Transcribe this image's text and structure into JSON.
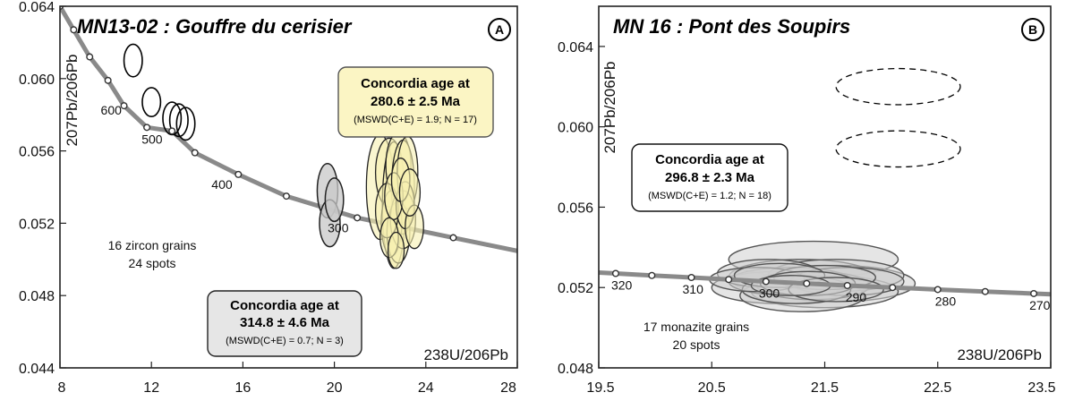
{
  "chart_data": [
    {
      "type": "scatter",
      "panel_label": "A",
      "title": "MN13-02 : Gouffre du cerisier",
      "xlabel": "238U/206Pb",
      "ylabel": "207Pb/206Pb",
      "xlim": [
        8,
        28
      ],
      "ylim": [
        0.044,
        0.064
      ],
      "xticks": [
        8,
        12,
        16,
        20,
        24,
        28
      ],
      "yticks": [
        0.044,
        0.048,
        0.052,
        0.056,
        0.06,
        0.064
      ],
      "xtick_labels": [
        "8",
        "12",
        "16",
        "20",
        "24",
        "28"
      ],
      "ytick_labels": [
        "0.044",
        "0.048",
        "0.052",
        "0.056",
        "0.060",
        "0.064"
      ],
      "concordia_ages": [
        {
          "age": 800,
          "x": 8.0,
          "y": 0.064
        },
        {
          "age": 750,
          "x": 8.6,
          "y": 0.0627
        },
        {
          "age": 700,
          "x": 9.3,
          "y": 0.0612
        },
        {
          "age": 650,
          "x": 10.1,
          "y": 0.0599
        },
        {
          "age": 600,
          "x": 10.8,
          "y": 0.0585,
          "label": "600"
        },
        {
          "age": 550,
          "x": 11.8,
          "y": 0.0573
        },
        {
          "age": 500,
          "x": 12.9,
          "y": 0.0571,
          "label": "500"
        },
        {
          "age": 450,
          "x": 13.9,
          "y": 0.0559
        },
        {
          "age": 400,
          "x": 15.8,
          "y": 0.0547,
          "label": "400"
        },
        {
          "age": 350,
          "x": 17.9,
          "y": 0.0535
        },
        {
          "age": 300,
          "x": 21.0,
          "y": 0.0523,
          "label": "300"
        },
        {
          "age": 250,
          "x": 25.2,
          "y": 0.0512
        }
      ],
      "ellipses_open": [
        {
          "cx": 11.2,
          "cy": 0.061,
          "rx": 0.4,
          "ry": 0.0009,
          "angle": 0
        },
        {
          "cx": 12.0,
          "cy": 0.0587,
          "rx": 0.4,
          "ry": 0.0008,
          "angle": 0
        },
        {
          "cx": 12.9,
          "cy": 0.0578,
          "rx": 0.4,
          "ry": 0.0009,
          "angle": 0
        },
        {
          "cx": 13.2,
          "cy": 0.0577,
          "rx": 0.4,
          "ry": 0.0009,
          "angle": 0
        },
        {
          "cx": 13.5,
          "cy": 0.0575,
          "rx": 0.4,
          "ry": 0.0009,
          "angle": 0
        }
      ],
      "ellipses_grey": [
        {
          "cx": 19.7,
          "cy": 0.0538,
          "rx": 0.45,
          "ry": 0.0015,
          "angle": 0
        },
        {
          "cx": 19.8,
          "cy": 0.052,
          "rx": 0.45,
          "ry": 0.0013,
          "angle": 0
        },
        {
          "cx": 20.0,
          "cy": 0.0533,
          "rx": 0.4,
          "ry": 0.0012,
          "angle": 0
        }
      ],
      "ellipses_yellow": [
        {
          "cx": 22.0,
          "cy": 0.054,
          "rx": 0.6,
          "ry": 0.0029,
          "angle": 0
        },
        {
          "cx": 22.4,
          "cy": 0.0548,
          "rx": 0.6,
          "ry": 0.0019,
          "angle": 0
        },
        {
          "cx": 22.6,
          "cy": 0.053,
          "rx": 0.5,
          "ry": 0.0035,
          "angle": 0
        },
        {
          "cx": 22.8,
          "cy": 0.0552,
          "rx": 0.55,
          "ry": 0.0018,
          "angle": 0
        },
        {
          "cx": 23.0,
          "cy": 0.054,
          "rx": 0.5,
          "ry": 0.0026,
          "angle": 0
        },
        {
          "cx": 23.2,
          "cy": 0.0548,
          "rx": 0.45,
          "ry": 0.002,
          "angle": 0
        },
        {
          "cx": 22.5,
          "cy": 0.052,
          "rx": 0.45,
          "ry": 0.0018,
          "angle": 0
        },
        {
          "cx": 22.8,
          "cy": 0.0515,
          "rx": 0.5,
          "ry": 0.0017,
          "angle": 0
        },
        {
          "cx": 23.0,
          "cy": 0.0522,
          "rx": 0.55,
          "ry": 0.0016,
          "angle": 0
        },
        {
          "cx": 22.3,
          "cy": 0.0527,
          "rx": 0.5,
          "ry": 0.0015,
          "angle": 0
        },
        {
          "cx": 23.1,
          "cy": 0.053,
          "rx": 0.4,
          "ry": 0.0013,
          "angle": 0
        },
        {
          "cx": 22.6,
          "cy": 0.0535,
          "rx": 0.4,
          "ry": 0.0013,
          "angle": 0
        },
        {
          "cx": 23.5,
          "cy": 0.0518,
          "rx": 0.4,
          "ry": 0.0012,
          "angle": 0
        },
        {
          "cx": 22.9,
          "cy": 0.0544,
          "rx": 0.4,
          "ry": 0.0012,
          "angle": 0
        },
        {
          "cx": 22.4,
          "cy": 0.0512,
          "rx": 0.4,
          "ry": 0.0011,
          "angle": 0
        },
        {
          "cx": 23.3,
          "cy": 0.0537,
          "rx": 0.45,
          "ry": 0.0013,
          "angle": 0
        },
        {
          "cx": 22.7,
          "cy": 0.0505,
          "rx": 0.35,
          "ry": 0.001,
          "angle": 0
        }
      ],
      "notes": [
        "16 zircon grains",
        "24 spots"
      ],
      "result_boxes": [
        {
          "line1": "Concordia age at",
          "line2": "280.6 ± 2.5 Ma",
          "line3": "(MSWD(C+E) = 1.9; N = 17)",
          "fill": "#fbf5c4"
        },
        {
          "line1": "Concordia age at",
          "line2": "314.8 ± 4.6 Ma",
          "line3": "(MSWD(C+E) = 0.7; N = 3)",
          "fill": "#e6e6e6"
        }
      ]
    },
    {
      "type": "scatter",
      "panel_label": "B",
      "title": "MN 16 : Pont  des Soupirs",
      "xlabel": "238U/206Pb",
      "ylabel": "207Pb/206Pb",
      "xlim": [
        19.5,
        23.5
      ],
      "ylim": [
        0.048,
        0.066
      ],
      "xticks": [
        19.5,
        20.5,
        21.5,
        22.5,
        23.5
      ],
      "yticks": [
        0.048,
        0.052,
        0.056,
        0.06,
        0.064
      ],
      "xtick_labels": [
        "19.5",
        "20.5",
        "21.5",
        "22.5",
        "23.5"
      ],
      "ytick_labels": [
        "0.048",
        "0.052",
        "0.056",
        "0.060",
        "0.064"
      ],
      "concordia_ages": [
        {
          "age": 320,
          "x": 19.65,
          "y": 0.0527,
          "label": "320"
        },
        {
          "age": 315,
          "x": 19.97,
          "y": 0.0526
        },
        {
          "age": 310,
          "x": 20.32,
          "y": 0.0525,
          "label": "310"
        },
        {
          "age": 305,
          "x": 20.65,
          "y": 0.0524
        },
        {
          "age": 300,
          "x": 20.98,
          "y": 0.0523,
          "label": "300"
        },
        {
          "age": 295,
          "x": 21.34,
          "y": 0.0522
        },
        {
          "age": 290,
          "x": 21.7,
          "y": 0.0521,
          "label": "290"
        },
        {
          "age": 285,
          "x": 22.1,
          "y": 0.052
        },
        {
          "age": 280,
          "x": 22.5,
          "y": 0.0519,
          "label": "280"
        },
        {
          "age": 275,
          "x": 22.92,
          "y": 0.0518
        },
        {
          "age": 270,
          "x": 23.35,
          "y": 0.0517,
          "label": "270"
        }
      ],
      "ellipses_dashed": [
        {
          "cx": 22.15,
          "cy": 0.062,
          "rx": 0.55,
          "ry": 0.0009,
          "angle": 0
        },
        {
          "cx": 22.15,
          "cy": 0.0589,
          "rx": 0.55,
          "ry": 0.0009,
          "angle": 0
        }
      ],
      "ellipses_grey": [
        {
          "cx": 21.4,
          "cy": 0.0534,
          "rx": 0.75,
          "ry": 0.0009,
          "angle": 0
        },
        {
          "cx": 21.3,
          "cy": 0.0525,
          "rx": 0.65,
          "ry": 0.0009,
          "angle": 0
        },
        {
          "cx": 21.6,
          "cy": 0.0522,
          "rx": 0.7,
          "ry": 0.0009,
          "angle": 0
        },
        {
          "cx": 21.1,
          "cy": 0.052,
          "rx": 0.6,
          "ry": 0.0008,
          "angle": 0
        },
        {
          "cx": 21.5,
          "cy": 0.0518,
          "rx": 0.65,
          "ry": 0.0008,
          "angle": 0
        },
        {
          "cx": 21.3,
          "cy": 0.0516,
          "rx": 0.55,
          "ry": 0.0008,
          "angle": 0
        },
        {
          "cx": 21.6,
          "cy": 0.0526,
          "rx": 0.6,
          "ry": 0.0008,
          "angle": 0
        },
        {
          "cx": 21.2,
          "cy": 0.0523,
          "rx": 0.55,
          "ry": 0.0007,
          "angle": 0
        },
        {
          "cx": 21.0,
          "cy": 0.0527,
          "rx": 0.45,
          "ry": 0.0007,
          "angle": 0
        },
        {
          "cx": 21.4,
          "cy": 0.0521,
          "rx": 0.5,
          "ry": 0.0007,
          "angle": 0
        },
        {
          "cx": 21.7,
          "cy": 0.0523,
          "rx": 0.5,
          "ry": 0.0007,
          "angle": 0
        },
        {
          "cx": 21.25,
          "cy": 0.0519,
          "rx": 0.48,
          "ry": 0.0007,
          "angle": 0
        },
        {
          "cx": 20.9,
          "cy": 0.0524,
          "rx": 0.42,
          "ry": 0.0006,
          "angle": 0
        },
        {
          "cx": 21.5,
          "cy": 0.0525,
          "rx": 0.45,
          "ry": 0.0006,
          "angle": 0
        },
        {
          "cx": 21.1,
          "cy": 0.0526,
          "rx": 0.4,
          "ry": 0.0006,
          "angle": 0
        },
        {
          "cx": 21.35,
          "cy": 0.0522,
          "rx": 0.42,
          "ry": 0.0006,
          "angle": 0
        },
        {
          "cx": 21.6,
          "cy": 0.0519,
          "rx": 0.42,
          "ry": 0.0006,
          "angle": 0
        },
        {
          "cx": 21.2,
          "cy": 0.0521,
          "rx": 0.35,
          "ry": 0.0005,
          "angle": 0
        }
      ],
      "notes": [
        "17 monazite grains",
        "20 spots"
      ],
      "result_boxes": [
        {
          "line1": "Concordia age at",
          "line2": "296.8 ± 2.3 Ma",
          "line3": "(MSWD(C+E) = 1.2; N = 18)",
          "fill": "#ffffff"
        }
      ]
    }
  ]
}
